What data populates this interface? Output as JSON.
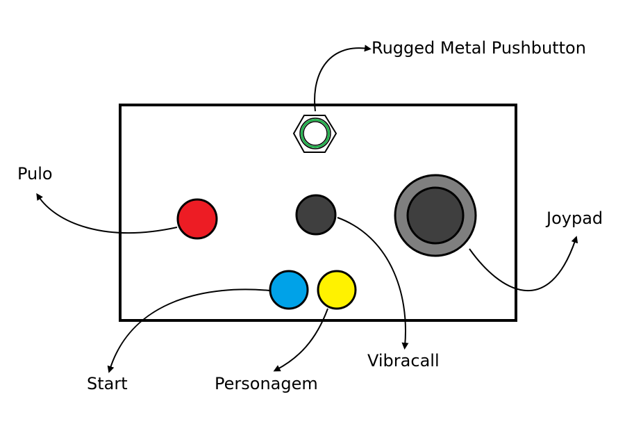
{
  "labels": {
    "pushbutton": "Rugged Metal Pushbutton",
    "pulo": "Pulo",
    "joypad": "Joypad",
    "vibracall": "Vibracall",
    "start": "Start",
    "personagem": "Personagem"
  },
  "colors": {
    "pulo_button": "#ed1c24",
    "vibracall_motor": "#3f3f3f",
    "start_button": "#00a2e8",
    "personagem_button": "#fff200",
    "joypad_ring": "#7f7f7f",
    "joypad_stick": "#3f3f3f",
    "pushbutton_ring": "#22b14c",
    "enclosure": "#000000"
  }
}
